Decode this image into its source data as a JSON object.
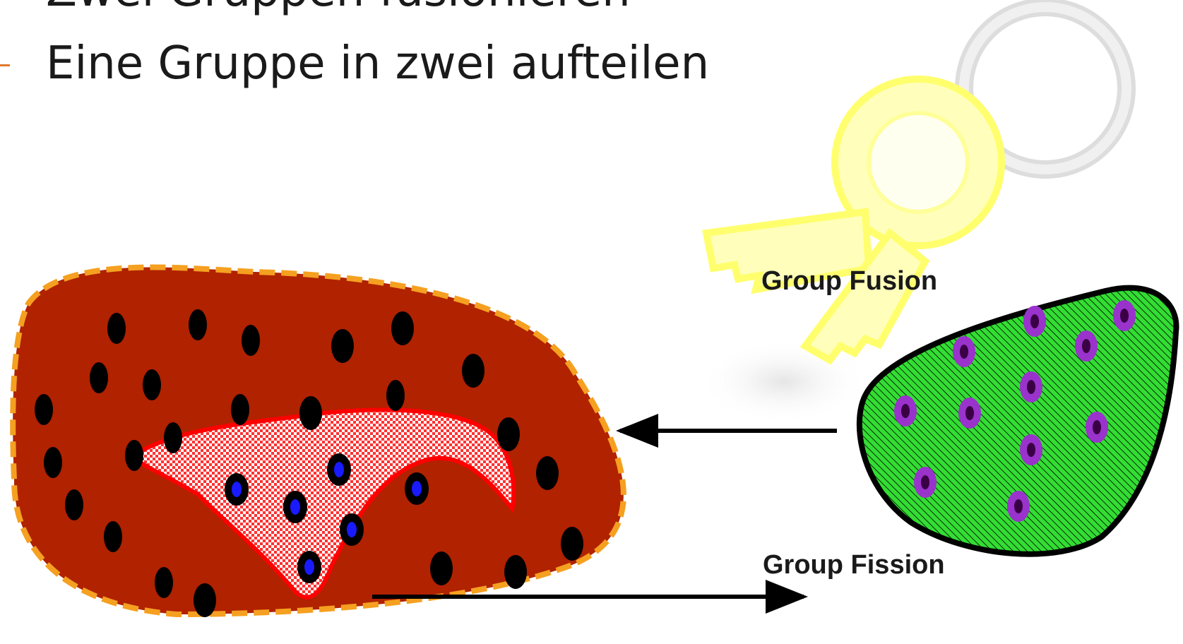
{
  "bullets": [
    {
      "text": "Zwei Gruppen fusionieren"
    },
    {
      "text": "Eine Gruppe in zwei aufteilen"
    }
  ],
  "diagram": {
    "fusion_label": "Group Fusion",
    "fission_label": "Group Fission",
    "icons": [
      "key-icon"
    ],
    "colors": {
      "large_group_fill": "#b02200",
      "large_group_border": "#f5a020",
      "subgroup_fill": "#ff4040",
      "subgroup_border": "#ff0000",
      "small_group_fill": "#33dd33",
      "member_black": "#000000",
      "member_blue": "#1a1aff",
      "member_purple": "#9933cc",
      "key": "#ffff66",
      "accent": "#e07a2e"
    }
  }
}
